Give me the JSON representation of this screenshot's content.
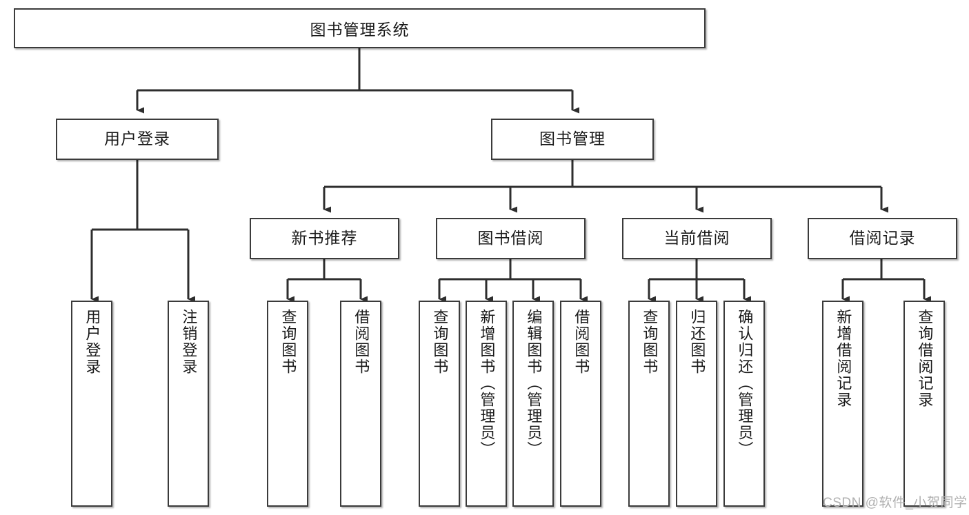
{
  "diagram": {
    "title": "图书管理系统",
    "type": "tree-hierarchy",
    "nodes": {
      "root": {
        "label": "图书管理系统"
      },
      "level2": [
        {
          "id": "user-login",
          "label": "用户登录"
        },
        {
          "id": "book-management",
          "label": "图书管理"
        }
      ],
      "level3": [
        {
          "id": "new-book-recommend",
          "label": "新书推荐"
        },
        {
          "id": "book-borrow",
          "label": "图书借阅"
        },
        {
          "id": "current-borrow",
          "label": "当前借阅"
        },
        {
          "id": "borrow-record",
          "label": "借阅记录"
        }
      ],
      "leaves": {
        "user-login": [
          {
            "id": "leaf-user-login",
            "label": "用户登录"
          },
          {
            "id": "leaf-logout",
            "label": "注销登录"
          }
        ],
        "new-book-recommend": [
          {
            "id": "leaf-query-book-1",
            "label": "查询图书"
          },
          {
            "id": "leaf-borrow-book-1",
            "label": "借阅图书"
          }
        ],
        "book-borrow": [
          {
            "id": "leaf-query-book-2",
            "label": "查询图书"
          },
          {
            "id": "leaf-add-book",
            "label": "新增图书（管理员）"
          },
          {
            "id": "leaf-edit-book",
            "label": "编辑图书（管理员）"
          },
          {
            "id": "leaf-borrow-book-2",
            "label": "借阅图书"
          }
        ],
        "current-borrow": [
          {
            "id": "leaf-query-book-3",
            "label": "查询图书"
          },
          {
            "id": "leaf-return-book",
            "label": "归还图书"
          },
          {
            "id": "leaf-confirm-return",
            "label": "确认归还（管理员）"
          }
        ],
        "borrow-record": [
          {
            "id": "leaf-add-record",
            "label": "新增借阅记录"
          },
          {
            "id": "leaf-query-record",
            "label": "查询借阅记录"
          }
        ]
      }
    },
    "colors": {
      "border": "#3b3b3b",
      "edge": "#2e2e2e",
      "background": "#ffffff",
      "text": "#1a1a1a",
      "watermark": "#b0b0b0"
    }
  },
  "watermark": {
    "text": "CSDN @软件_小贺同学"
  }
}
